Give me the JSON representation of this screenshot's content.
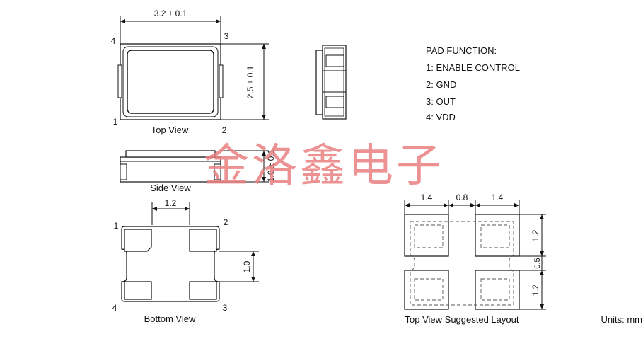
{
  "top_view": {
    "dim_width": "3.2 ± 0.1",
    "dim_height": "2.5 ± 0.1",
    "pin_labels": [
      "1",
      "2",
      "3",
      "4"
    ],
    "caption": "Top View"
  },
  "side_view": {
    "dim_thickness": "1.0 ± 0.1",
    "caption": "Side View"
  },
  "bottom_view": {
    "dim_pad_width": "1.2",
    "dim_pad_height": "1.0",
    "pin_labels": [
      "1",
      "2",
      "3",
      "4"
    ],
    "caption": "Bottom View"
  },
  "pad_function": {
    "title": "PAD FUNCTION:",
    "items": [
      {
        "pin": "1:",
        "name": "ENABLE CONTROL"
      },
      {
        "pin": "2:",
        "name": "GND"
      },
      {
        "pin": "3:",
        "name": "OUT"
      },
      {
        "pin": "4:",
        "name": "VDD"
      }
    ]
  },
  "layout": {
    "dim_pad_w_left": "1.4",
    "dim_gap": "0.8",
    "dim_pad_w_right": "1.4",
    "dim_pad_h_top": "1.2",
    "dim_gap_v": "0.5",
    "dim_pad_h_bottom": "1.2",
    "caption": "Top View Suggested Layout"
  },
  "units": "Units: mm",
  "watermark": "金洛鑫电子",
  "colors": {
    "watermark": "#e98080",
    "line": "#111111"
  }
}
